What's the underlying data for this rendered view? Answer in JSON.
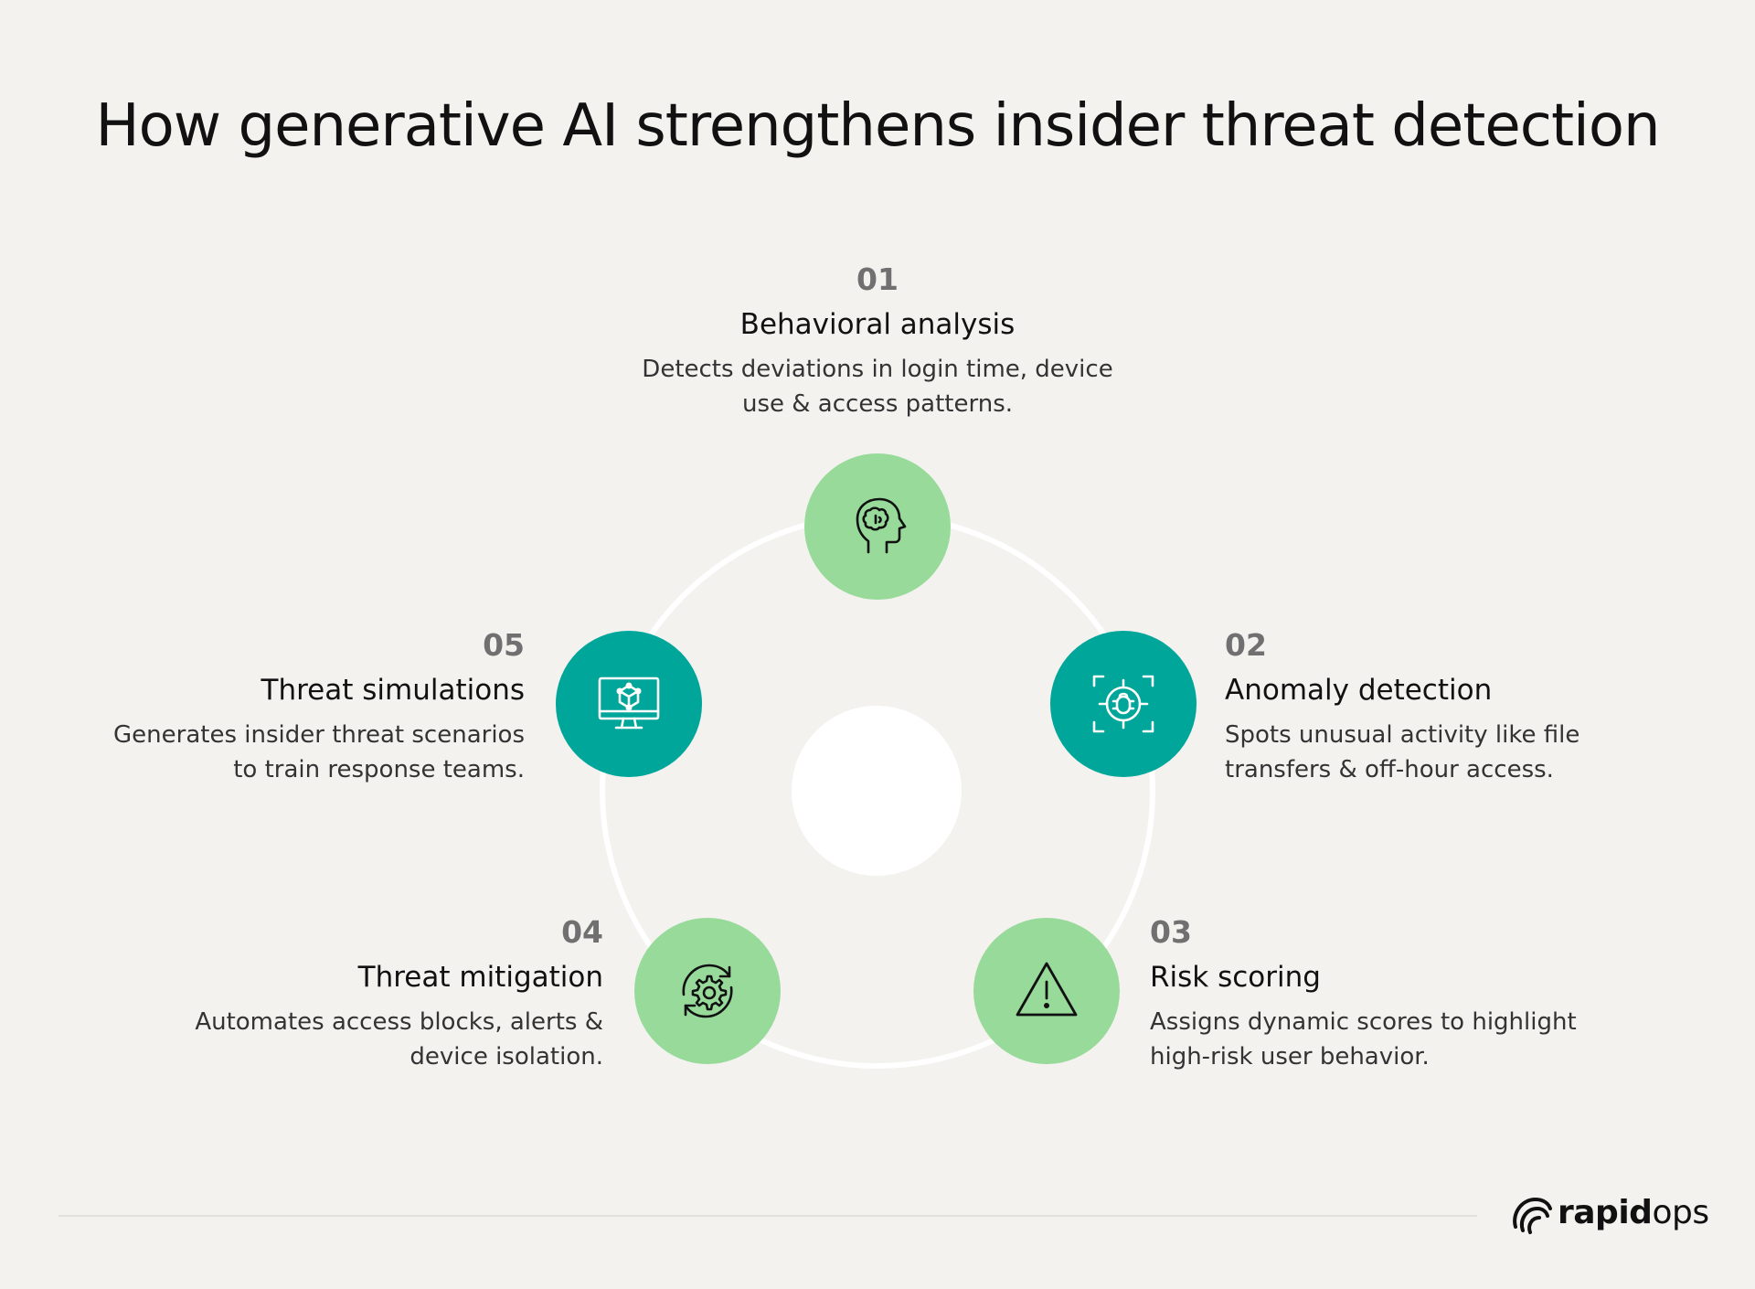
{
  "title": "How generative AI strengthens insider threat detection",
  "colors": {
    "background": "#f3f2ef",
    "light_green": "#98da9a",
    "teal": "#00a69a",
    "ring": "#ffffff",
    "number_gray": "#707070"
  },
  "steps": [
    {
      "number": "01",
      "heading": "Behavioral analysis",
      "description_line1": "Detects deviations in login time, device",
      "description_line2": "use & access patterns.",
      "icon": "head-brain-icon",
      "circle_color": "light-green"
    },
    {
      "number": "02",
      "heading": "Anomaly detection",
      "description_line1": "Spots unusual activity like file",
      "description_line2": "transfers & off-hour access.",
      "icon": "bug-target-icon",
      "circle_color": "teal"
    },
    {
      "number": "03",
      "heading": "Risk scoring",
      "description_line1": "Assigns dynamic scores to highlight",
      "description_line2": "high-risk user behavior.",
      "icon": "warning-triangle-icon",
      "circle_color": "light-green"
    },
    {
      "number": "04",
      "heading": "Threat mitigation",
      "description_line1": "Automates access blocks, alerts &",
      "description_line2": "device isolation.",
      "icon": "gear-refresh-icon",
      "circle_color": "light-green"
    },
    {
      "number": "05",
      "heading": "Threat simulations",
      "description_line1": "Generates insider threat scenarios",
      "description_line2": "to train response teams.",
      "icon": "monitor-cube-icon",
      "circle_color": "teal"
    }
  ],
  "logo": {
    "word_bold": "rapid",
    "word_light": "ops",
    "icon": "rapidops-logo-icon"
  }
}
